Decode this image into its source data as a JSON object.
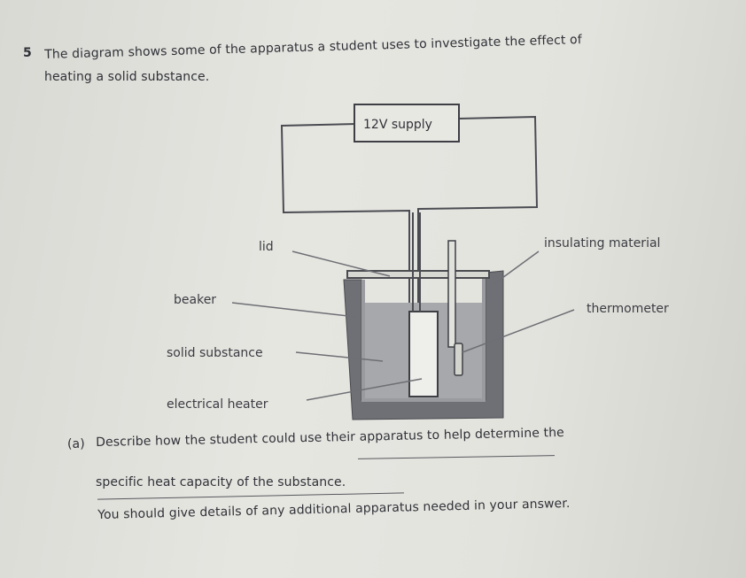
{
  "question": {
    "number": "5",
    "intro_line_1": "The diagram shows some of the apparatus a student uses to investigate the effect of",
    "intro_line_2": "heating a solid substance."
  },
  "diagram": {
    "supply_label": "12V supply",
    "labels": {
      "lid": "lid",
      "beaker": "beaker",
      "solid_substance": "solid substance",
      "electrical_heater": "electrical heater",
      "insulating_material": "insulating material",
      "thermometer": "thermometer"
    }
  },
  "part_a": {
    "label": "(a)",
    "line_1": "Describe how the student could use their apparatus to help determine the",
    "line_2": "specific heat capacity of the substance.",
    "line_3": "You should give details of any additional apparatus needed in your answer."
  }
}
